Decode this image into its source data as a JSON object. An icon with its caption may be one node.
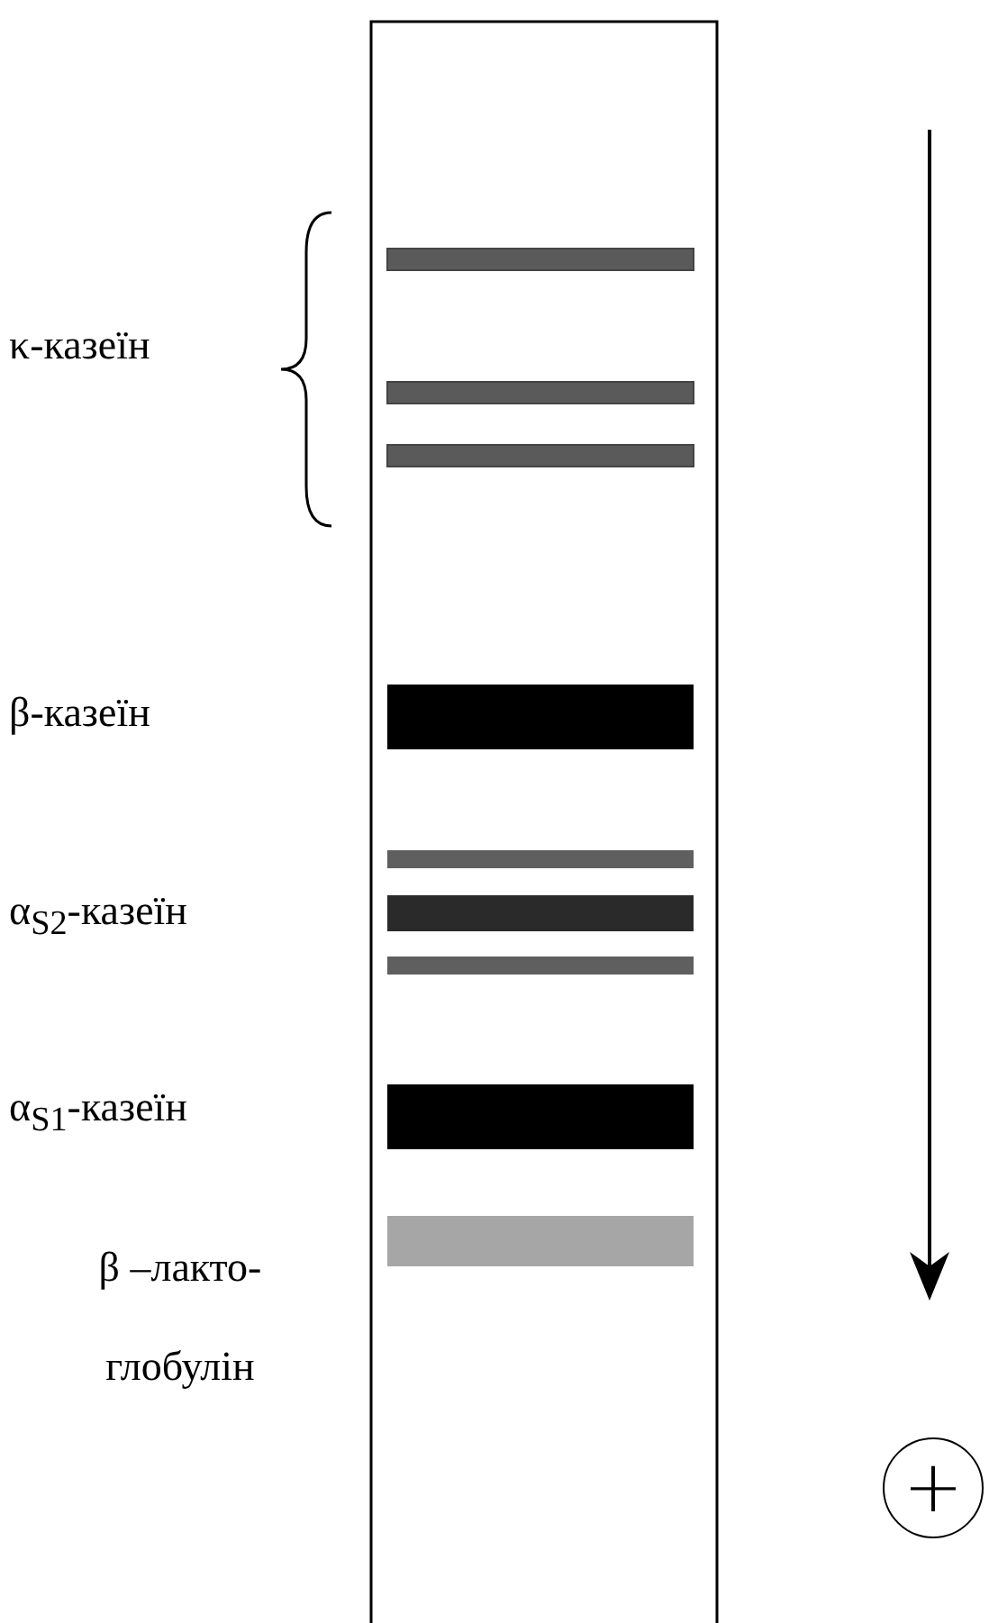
{
  "diagram": {
    "nodes": [
      {
        "text": [
          "+"
        ]
      }
    ],
    "labels": [
      "κ-казеїн",
      "β-казеїн",
      "α$_{S2}$-казеїн",
      "α$_{S1}$-казеїн",
      "β –лакто- глобулін"
    ]
  }
}
